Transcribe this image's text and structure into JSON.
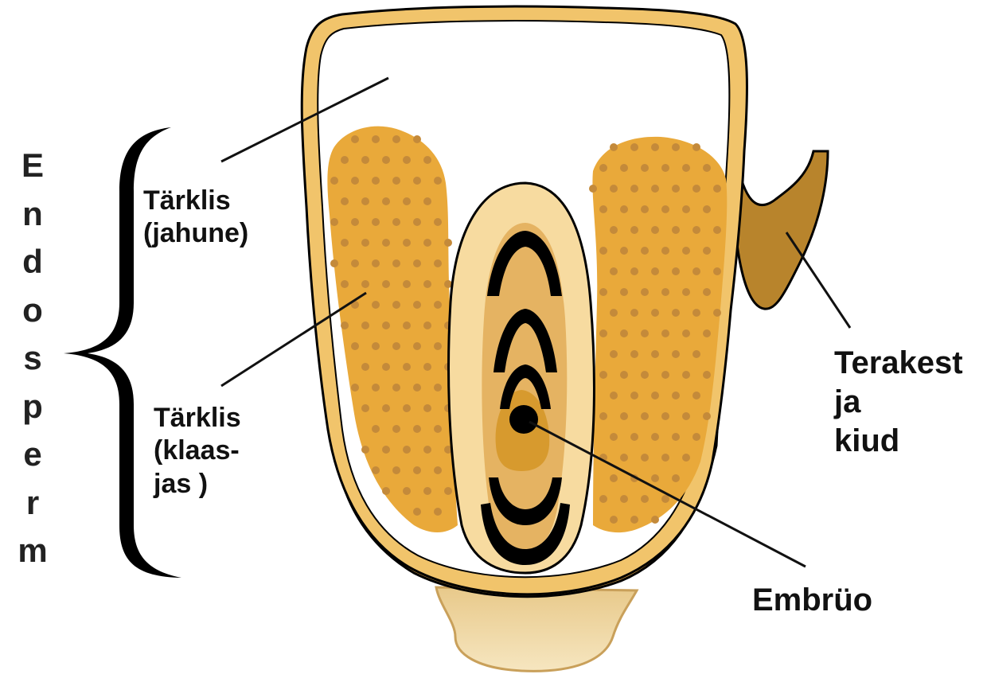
{
  "labels": {
    "endosperm_letters": [
      "E",
      "n",
      "d",
      "o",
      "s",
      "p",
      "e",
      "r",
      "m"
    ],
    "starch_floury": [
      "Tärklis",
      "(jahune)"
    ],
    "starch_glassy": [
      "Tärklis",
      "(klaas-",
      "jas )"
    ],
    "pericarp": [
      "Terakest",
      "ja",
      "kiud"
    ],
    "embryo": "Embrüo"
  },
  "colors": {
    "hull_outline": "#8a5a12",
    "hull_fill": "#f1c46b",
    "glassy_starch": "#e9a93a",
    "glassy_dots": "#c48a3a",
    "embryo_light": "#f7dba0",
    "embryo_mid": "#e5b362",
    "embryo_core": "#d79a2e",
    "dark": "#000000",
    "tip_cap": "#f2dfae",
    "outer_brown": "#b07a24"
  }
}
